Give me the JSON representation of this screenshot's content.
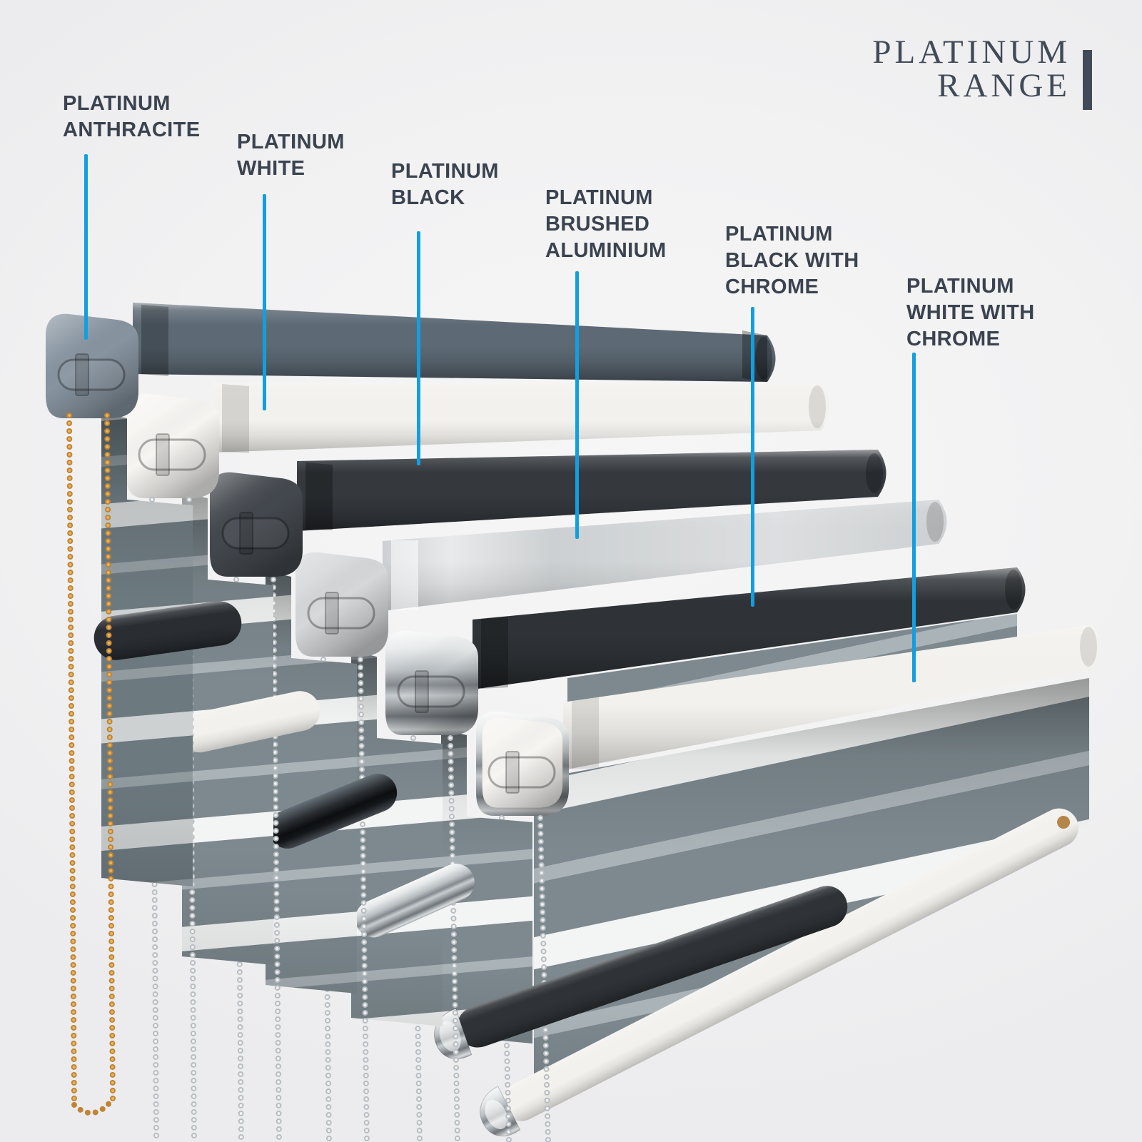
{
  "logo": {
    "line1": "PLATINUM",
    "line2": "RANGE"
  },
  "labels": [
    {
      "name": "platinum-anthracite",
      "text": "PLATINUM\nANTHRACITE",
      "color_key": "anthracite_cassette"
    },
    {
      "name": "platinum-white",
      "text": "PLATINUM\nWHITE",
      "color_key": "white_cassette"
    },
    {
      "name": "platinum-black",
      "text": "PLATINUM\nBLACK",
      "color_key": "black_cassette"
    },
    {
      "name": "platinum-brushed-aluminium",
      "text": "PLATINUM\nBRUSHED\nALUMINIUM",
      "color_key": "aluminium_cassette"
    },
    {
      "name": "platinum-black-with-chrome",
      "text": "PLATINUM\nBLACK WITH\nCHROME",
      "color_key": "deep_black_cassette"
    },
    {
      "name": "platinum-white-with-chrome",
      "text": "PLATINUM\nWHITE WITH\nCHROME",
      "color_key": "white_cassette"
    }
  ],
  "colors": {
    "background": "#f2f2f3",
    "label_text": "#3a434f",
    "leader_line": "#129fe1",
    "logo_text": "#414b58",
    "logo_bar": "#414b58",
    "anthracite_cassette": "#5d6a75",
    "anthracite_cap": "#8794a0",
    "anthracite_bottom_bar": "#2a2e33",
    "white_cassette": "#f2f1ed",
    "white_cap": "#f6f5f2",
    "black_cassette": "#35393e",
    "black_cap": "#43484e",
    "aluminium_cassette": "#cdd0d2",
    "aluminium_cap": "#d5d7d9",
    "deep_black_cassette": "#2f3337",
    "fabric_solid": "#7d898f",
    "fabric_sheer": "#aab3b8",
    "fabric_gap": "#f3f4f4",
    "chain_gold": "#c08434",
    "chain_gold_light": "#e8b45e",
    "chain_silver": "#b8bdc1",
    "chain_silver_light": "#f0f1f2"
  }
}
